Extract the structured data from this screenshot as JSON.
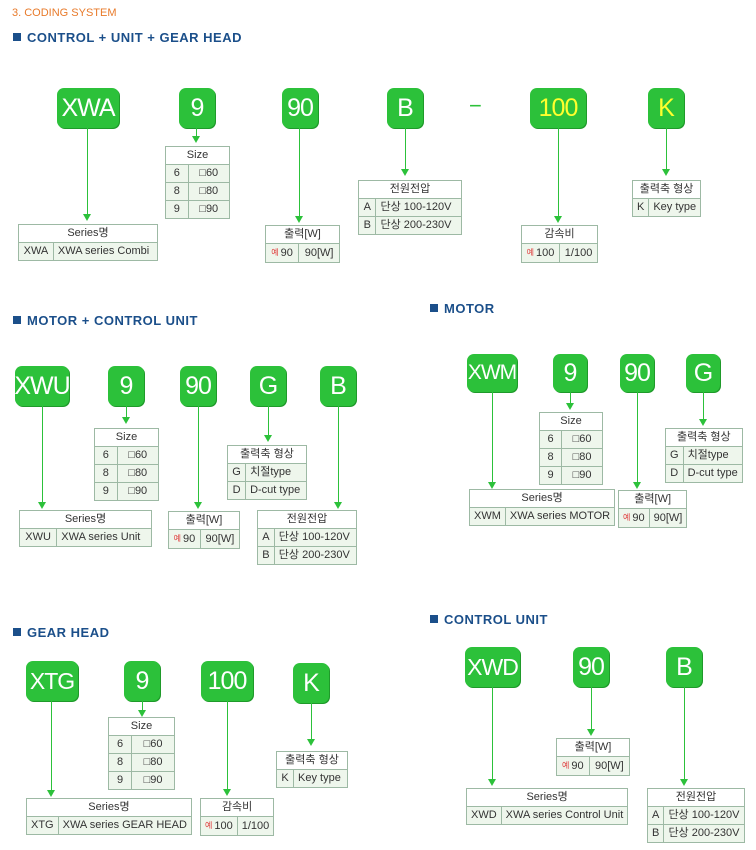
{
  "header": {
    "title": "3. CODING SYSTEM"
  },
  "colors": {
    "code_box": "#2cc13a",
    "highlight_text": "#ffff2d",
    "section": "#1b4f8a",
    "title": "#e87a2a",
    "example_mark": "#e03a3a"
  },
  "sections": {
    "s1": {
      "title": "CONTROL + UNIT + GEAR HEAD",
      "codes": [
        "XWA",
        "9",
        "90",
        "B",
        "100",
        "K"
      ],
      "dash": "−",
      "series": {
        "header": "Series명",
        "rows": [
          [
            "XWA",
            "XWA series Combi"
          ]
        ]
      },
      "size": {
        "header": "Size",
        "rows": [
          [
            "6",
            "□60"
          ],
          [
            "8",
            "□80"
          ],
          [
            "9",
            "□90"
          ]
        ]
      },
      "output": {
        "header": "출력[W]",
        "example": "예",
        "rows": [
          [
            "90",
            "90[W]"
          ]
        ]
      },
      "power": {
        "header": "전원전압",
        "rows": [
          [
            "A",
            "단상 100-120V"
          ],
          [
            "B",
            "단상 200-230V"
          ]
        ]
      },
      "ratio": {
        "header": "감속비",
        "example": "예",
        "rows": [
          [
            "100",
            "1/100"
          ]
        ]
      },
      "shaft": {
        "header": "출력축 형상",
        "rows": [
          [
            "K",
            "Key type"
          ]
        ]
      }
    },
    "s2": {
      "title": "MOTOR + CONTROL UNIT",
      "codes": [
        "XWU",
        "9",
        "90",
        "G",
        "B"
      ],
      "series": {
        "header": "Series명",
        "rows": [
          [
            "XWU",
            "XWA series Unit"
          ]
        ]
      },
      "size": {
        "header": "Size",
        "rows": [
          [
            "6",
            "□60"
          ],
          [
            "8",
            "□80"
          ],
          [
            "9",
            "□90"
          ]
        ]
      },
      "output": {
        "header": "출력[W]",
        "example": "예",
        "rows": [
          [
            "90",
            "90[W]"
          ]
        ]
      },
      "shaft": {
        "header": "출력축 형상",
        "rows": [
          [
            "G",
            "치절type"
          ],
          [
            "D",
            "D-cut type"
          ]
        ]
      },
      "power": {
        "header": "전원전압",
        "rows": [
          [
            "A",
            "단상 100-120V"
          ],
          [
            "B",
            "단상 200-230V"
          ]
        ]
      }
    },
    "s3": {
      "title": "MOTOR",
      "codes": [
        "XWM",
        "9",
        "90",
        "G"
      ],
      "series": {
        "header": "Series명",
        "rows": [
          [
            "XWM",
            "XWA series MOTOR"
          ]
        ]
      },
      "size": {
        "header": "Size",
        "rows": [
          [
            "6",
            "□60"
          ],
          [
            "8",
            "□80"
          ],
          [
            "9",
            "□90"
          ]
        ]
      },
      "output": {
        "header": "출력[W]",
        "example": "예",
        "rows": [
          [
            "90",
            "90[W]"
          ]
        ]
      },
      "shaft": {
        "header": "출력축 형상",
        "rows": [
          [
            "G",
            "치절type"
          ],
          [
            "D",
            "D-cut type"
          ]
        ]
      }
    },
    "s4": {
      "title": "GEAR HEAD",
      "codes": [
        "XTG",
        "9",
        "100",
        "K"
      ],
      "series": {
        "header": "Series명",
        "rows": [
          [
            "XTG",
            "XWA series GEAR HEAD"
          ]
        ]
      },
      "size": {
        "header": "Size",
        "rows": [
          [
            "6",
            "□60"
          ],
          [
            "8",
            "□80"
          ],
          [
            "9",
            "□90"
          ]
        ]
      },
      "ratio": {
        "header": "감속비",
        "example": "예",
        "rows": [
          [
            "100",
            "1/100"
          ]
        ]
      },
      "shaft": {
        "header": "출력축 형상",
        "rows": [
          [
            "K",
            "Key type"
          ]
        ]
      }
    },
    "s5": {
      "title": "CONTROL UNIT",
      "codes": [
        "XWD",
        "90",
        "B"
      ],
      "series": {
        "header": "Series명",
        "rows": [
          [
            "XWD",
            "XWA series Control Unit"
          ]
        ]
      },
      "output": {
        "header": "출력[W]",
        "example": "예",
        "rows": [
          [
            "90",
            "90[W]"
          ]
        ]
      },
      "power": {
        "header": "전원전압",
        "rows": [
          [
            "A",
            "단상 100-120V"
          ],
          [
            "B",
            "단상 200-230V"
          ]
        ]
      }
    }
  }
}
